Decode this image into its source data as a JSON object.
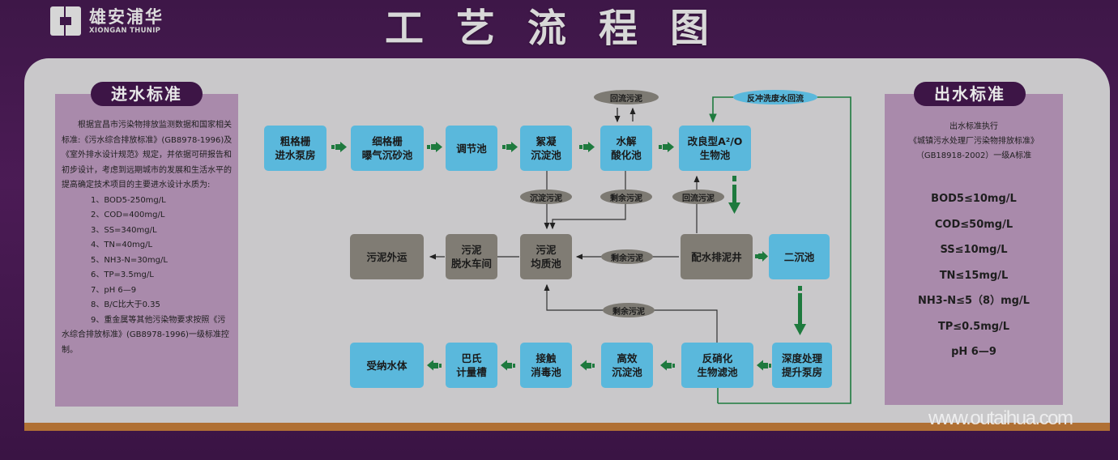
{
  "brand": {
    "name_cn": "雄安浦华",
    "name_en": "XIONGAN THUNIP"
  },
  "title": "工艺流程图",
  "inflow_standard": {
    "heading": "进水标准",
    "intro": "根据宜昌市污染物排放监测数据和国家相关标准:《污水综合排放标准》(GB8978-1996)及《室外排水设计规范》规定，并依据可研报告和初步设计，考虑到远期城市的发展和生活水平的提高确定技术项目的主要进水设计水质为:",
    "items": [
      "1、BOD5-250mg/L",
      "2、COD=400mg/L",
      "3、SS=340mg/L",
      "4、TN=40mg/L",
      "5、NH3-N=30mg/L",
      "6、TP=3.5mg/L",
      "7、pH 6—9",
      "8、B/C比大于0.35",
      "9、重金属等其他污染物要求按照《污水综合排放标准》(GB8978-1996)一级标准控制。"
    ]
  },
  "outflow_standard": {
    "heading": "出水标准",
    "intro_lines": [
      "出水标准执行",
      "《城镇污水处理厂污染物排放标准》",
      "（GB18918-2002）一级A标准"
    ],
    "items": [
      "BOD5≤10mg/L",
      "COD≤50mg/L",
      "SS≤10mg/L",
      "TN≤15mg/L",
      "NH3-N≤5（8）mg/L",
      "TP≤0.5mg/L",
      "pH 6—9"
    ]
  },
  "flow": {
    "nodes": {
      "coarse_screen": "粗格栅\n进水泵房",
      "fine_screen": "细格栅\n曝气沉砂池",
      "equalization": "调节池",
      "coagulation": "絮凝\n沉淀池",
      "hydrolysis": "水解\n酸化池",
      "a2o": "改良型A²/O\n生物池",
      "distribution_well": "配水排泥井",
      "secondary_clarifier": "二沉池",
      "advanced_pump": "深度处理\n提升泵房",
      "denitrification_filter": "反硝化\n生物滤池",
      "high_eff_sedimentation": "高效\n沉淀池",
      "contact_disinfection": "接触\n消毒池",
      "parshall_flume": "巴氏\n计量槽",
      "receiving_water": "受纳水体",
      "sludge_homogenizer": "污泥\n均质池",
      "sludge_dewatering": "污泥\n脱水车间",
      "sludge_transport": "污泥外运"
    },
    "labels": {
      "return_sludge_top": "回流污泥",
      "backwash_return": "反冲洗废水回流",
      "settled_sludge": "沉淀污泥",
      "excess_sludge_1": "剩余污泥",
      "return_sludge_mid": "回流污泥",
      "excess_sludge_2": "剩余污泥",
      "excess_sludge_3": "剩余污泥"
    }
  },
  "watermark": "www.outaihua.com",
  "colors": {
    "water_node": "#5ab8dc",
    "sludge_node": "#807c74",
    "flow_arrow": "#1e7a3e",
    "frame": "#3e1748",
    "panel": "#a98aab"
  }
}
